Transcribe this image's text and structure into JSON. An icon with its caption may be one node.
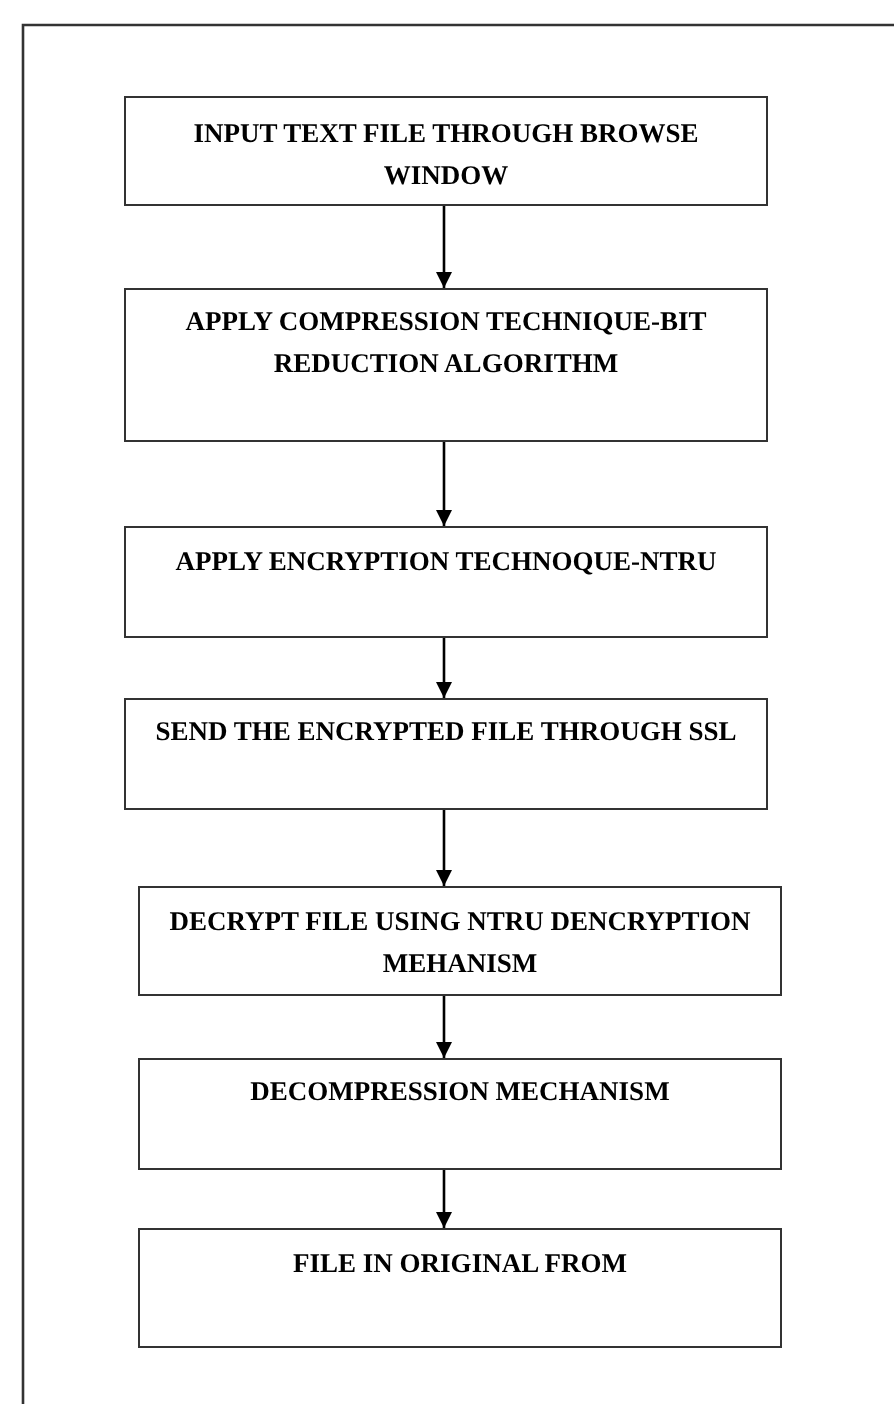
{
  "diagram": {
    "nodes": [
      {
        "text": [
          "INPUT TEXT FILE THROUGH BROWSE WINDOW"
        ]
      },
      {
        "text": [
          "APPLY COMPRESSION TECHNIQUE-BIT REDUCTION ALGORITHM"
        ]
      },
      {
        "text": [
          "APPLY ENCRYPTION TECHNOQUE-NTRU"
        ]
      },
      {
        "text": [
          "SEND THE ENCRYPTED FILE THROUGH SSL"
        ]
      },
      {
        "text": [
          "DECRYPT FILE USING NTRU DENCRYPTION MEHANISM"
        ]
      },
      {
        "text": [
          "DECOMPRESSION MECHANISM"
        ]
      },
      {
        "text": [
          "FILE IN ORIGINAL FROM"
        ]
      }
    ],
    "edges": [
      {
        "from": 0,
        "to": 1,
        "arrow": "to"
      },
      {
        "from": 1,
        "to": 2,
        "arrow": "to"
      },
      {
        "from": 2,
        "to": 3,
        "arrow": "to"
      },
      {
        "from": 3,
        "to": 4,
        "arrow": "to"
      },
      {
        "from": 4,
        "to": 5,
        "arrow": "to"
      },
      {
        "from": 5,
        "to": 6,
        "arrow": "to"
      }
    ]
  }
}
